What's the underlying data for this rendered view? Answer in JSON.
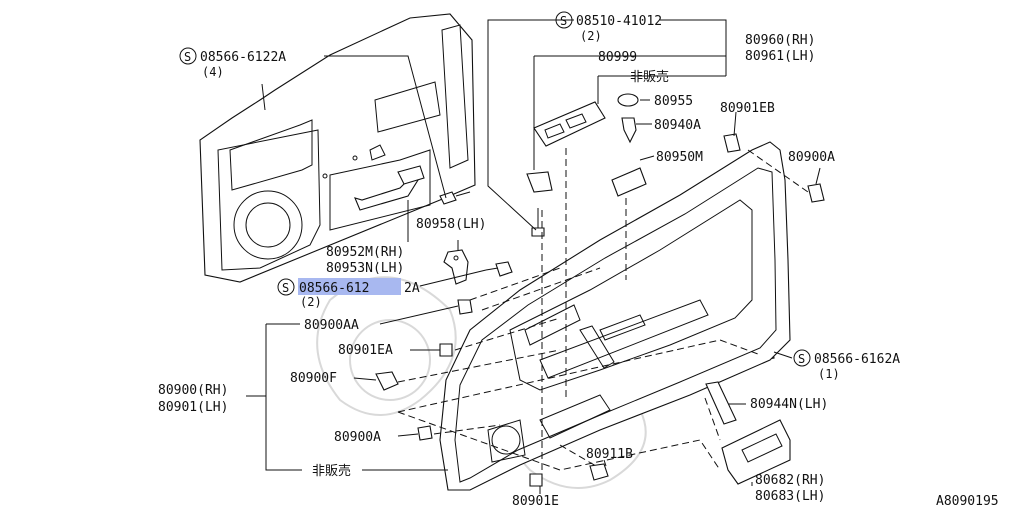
{
  "diagram": {
    "ref_code": "A8090195",
    "labels": {
      "s08510": "08510-41012",
      "s08510_qty": "(2)",
      "p80960": "80960(RH)",
      "p80961": "80961(LH)",
      "p80999": "80999",
      "not_sold_top": "非販売",
      "p80955": "80955",
      "p80940A": "80940A",
      "p80901EB": "80901EB",
      "p80950M": "80950M",
      "p80900A_right": "80900A",
      "s08566_top": "08566-6122A",
      "s08566_top_qty": "(4)",
      "p80958": "80958(LH)",
      "p80952M": "80952M(RH)",
      "p80953N": "80953N(LH)",
      "s08566_mid_hl": "08566-612",
      "s08566_mid_rest": "2A",
      "s08566_mid_qty": "(2)",
      "p80900AA": "80900AA",
      "p80901EA": "80901EA",
      "p80900": "80900(RH)",
      "p80901": "80901(LH)",
      "p80900F": "80900F",
      "p80900A_left": "80900A",
      "not_sold_bottom": "非販売",
      "s08566_right": "08566-6162A",
      "s08566_right_qty": "(1)",
      "p80944N": "80944N(LH)",
      "p80911B": "80911B",
      "p80901E": "80901E",
      "p80682": "80682(RH)",
      "p80683": "80683(LH)"
    },
    "symbols": {
      "screw_mark": "S"
    }
  }
}
